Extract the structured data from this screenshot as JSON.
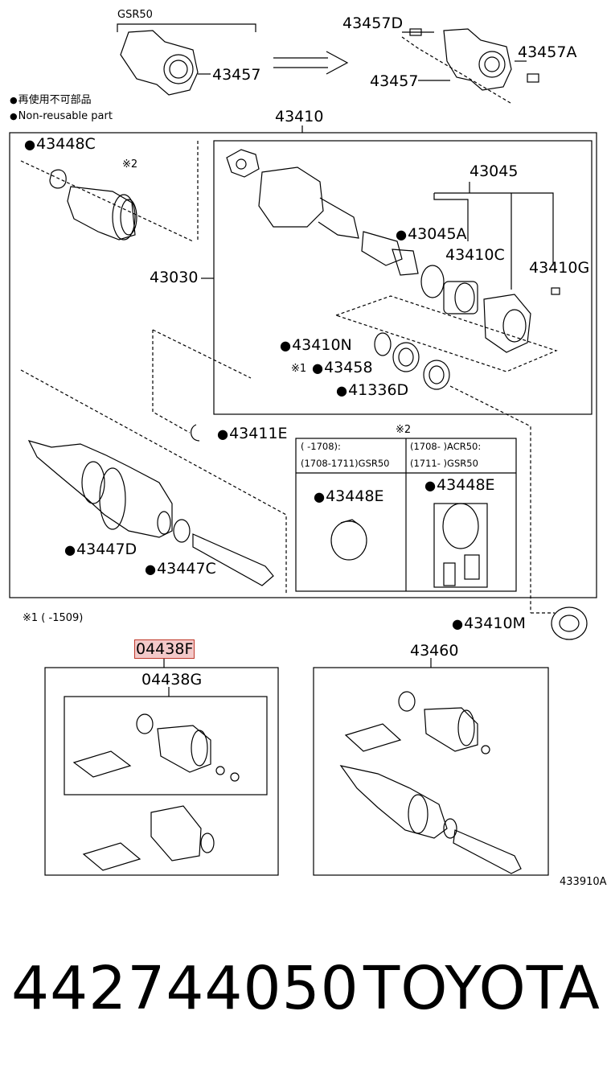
{
  "top": {
    "variant": "GSR50",
    "left_part": "43457",
    "right_parts": [
      "43457D",
      "43457A",
      "43457"
    ]
  },
  "legend": {
    "nonreusable_jp": "再使用不可部品",
    "nonreusable_en": "Non-reusable part"
  },
  "main": {
    "assembly_label": "43410",
    "labels": {
      "l43448C": "43448C",
      "note2": "※2",
      "l43030": "43030",
      "l43045": "43045",
      "l43045A": "43045A",
      "l43410C": "43410C",
      "l43410G": "43410G",
      "l43410N": "43410N",
      "note1": "※1",
      "l43458": "43458",
      "l41336D": "41336D",
      "l43411E": "43411E",
      "l43447D": "43447D",
      "l43447C": "43447C"
    }
  },
  "table": {
    "note": "※2",
    "col1_row1": "(       -1708):",
    "col1_row2": "(1708-1711)GSR50",
    "col2_row1": "(1708-       )ACR50:",
    "col2_row2": "(1711-       )GSR50",
    "col1_part": "43448E",
    "col2_part": "43448E"
  },
  "footnote": "※1 (       -1509)",
  "side_part": "43410M",
  "kits": {
    "left_title": "04438F",
    "left_sub": "04438G",
    "right_title": "43460",
    "drawing_code": "433910A"
  },
  "footer": {
    "part_number": "442744050",
    "brand": "TOYOTA"
  }
}
